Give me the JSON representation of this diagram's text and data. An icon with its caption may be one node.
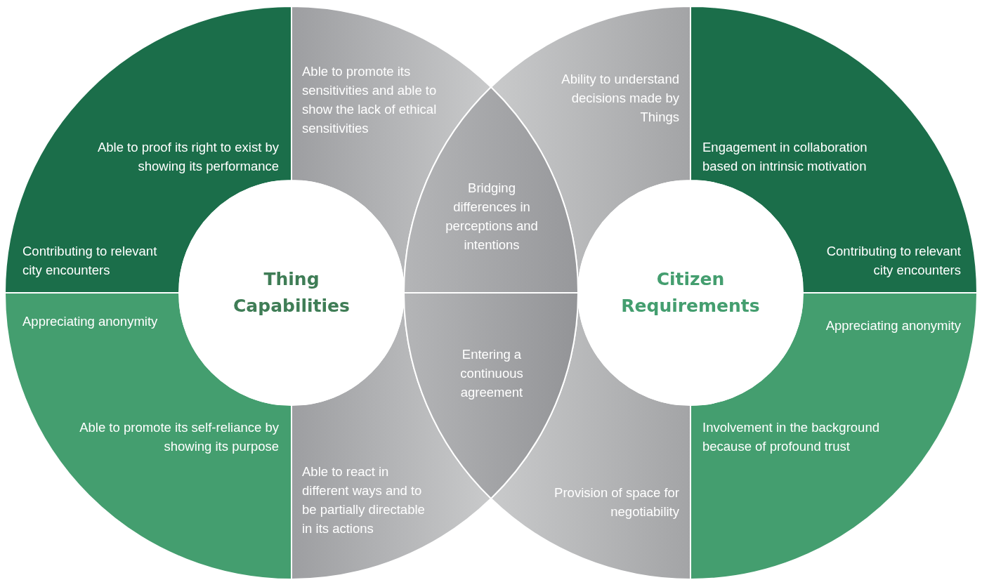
{
  "diagram": {
    "nodes": [
      {
        "text": [
          "Thing Capabilities"
        ]
      },
      {
        "text": [
          "Able to proof its right to exist by showing its performance",
          "Contributing to relevant city encounters"
        ]
      },
      {
        "text": [
          "Able to promote its sensitivities and able to show the lack of ethical sensitivities"
        ]
      },
      {
        "text": [
          "Appreciating anonymity",
          "Able to promote its self-reliance by showing its purpose"
        ]
      },
      {
        "text": [
          "Able to react in different ways and to be partially directable in its actions"
        ]
      },
      {
        "text": [
          "Bridging differences in perceptions and intentions"
        ]
      },
      {
        "text": [
          "Entering a continuous agreement"
        ]
      },
      {
        "text": [
          "Citizen Requirements"
        ]
      },
      {
        "text": [
          "Ability to understand decisions made by Things"
        ]
      },
      {
        "text": [
          "Engagement in collaboration based on intrinsic motivation",
          "Contributing to relevant city encounters"
        ]
      },
      {
        "text": [
          "Provision of space for negotiability"
        ]
      },
      {
        "text": [
          "Appreciating anonymity",
          "Involvement in the background because of profound trust"
        ]
      }
    ],
    "edges": []
  }
}
